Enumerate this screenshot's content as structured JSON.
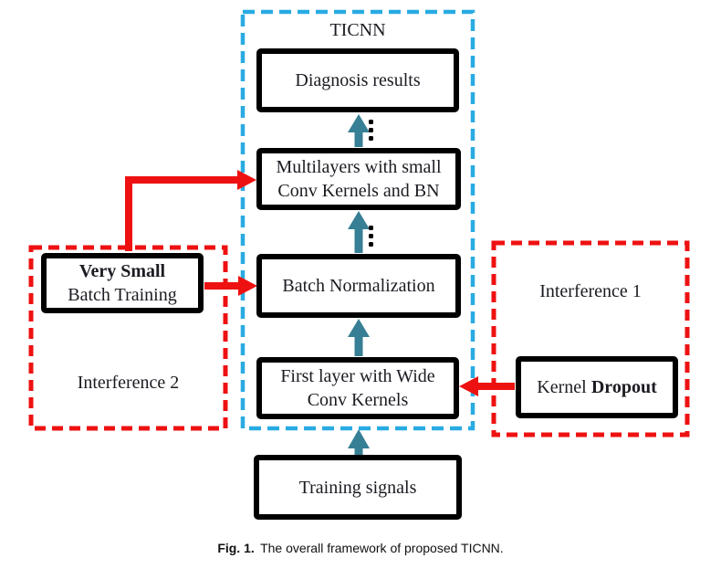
{
  "figure": {
    "caption": {
      "label": "Fig. 1.",
      "text": "The overall framework of proposed TICNN."
    }
  },
  "diagram": {
    "ticnn_container": {
      "title": "TICNN",
      "nodes": {
        "diagnosis": {
          "line1": "Diagnosis results"
        },
        "multilayers": {
          "line1": "Multilayers with small",
          "line2": "Conv Kernels and BN"
        },
        "batch_norm": {
          "line1": "Batch Normalization"
        },
        "first_layer": {
          "line1": "First layer with Wide",
          "line2": "Conv Kernels"
        }
      }
    },
    "input_node": {
      "line1": "Training signals"
    },
    "interference_left": {
      "label": "Interference 2",
      "node": {
        "bold": "Very Small",
        "regular": "Batch Training"
      }
    },
    "interference_right": {
      "label": "Interference 1",
      "node": {
        "regular": "Kernel",
        "bold": "Dropout"
      }
    },
    "icons": {
      "flow_arrow": "teal-up-arrow",
      "ellipsis": "vertical-ellipsis"
    },
    "colors": {
      "ticnn_dashed_border": "#29abe2",
      "interference_dashed_border": "#ee1111",
      "flow_arrow": "#377f94",
      "interference_arrow": "#ee1111",
      "node_border": "#000000",
      "text": "#1b1b22",
      "background": "#ffffff"
    }
  }
}
